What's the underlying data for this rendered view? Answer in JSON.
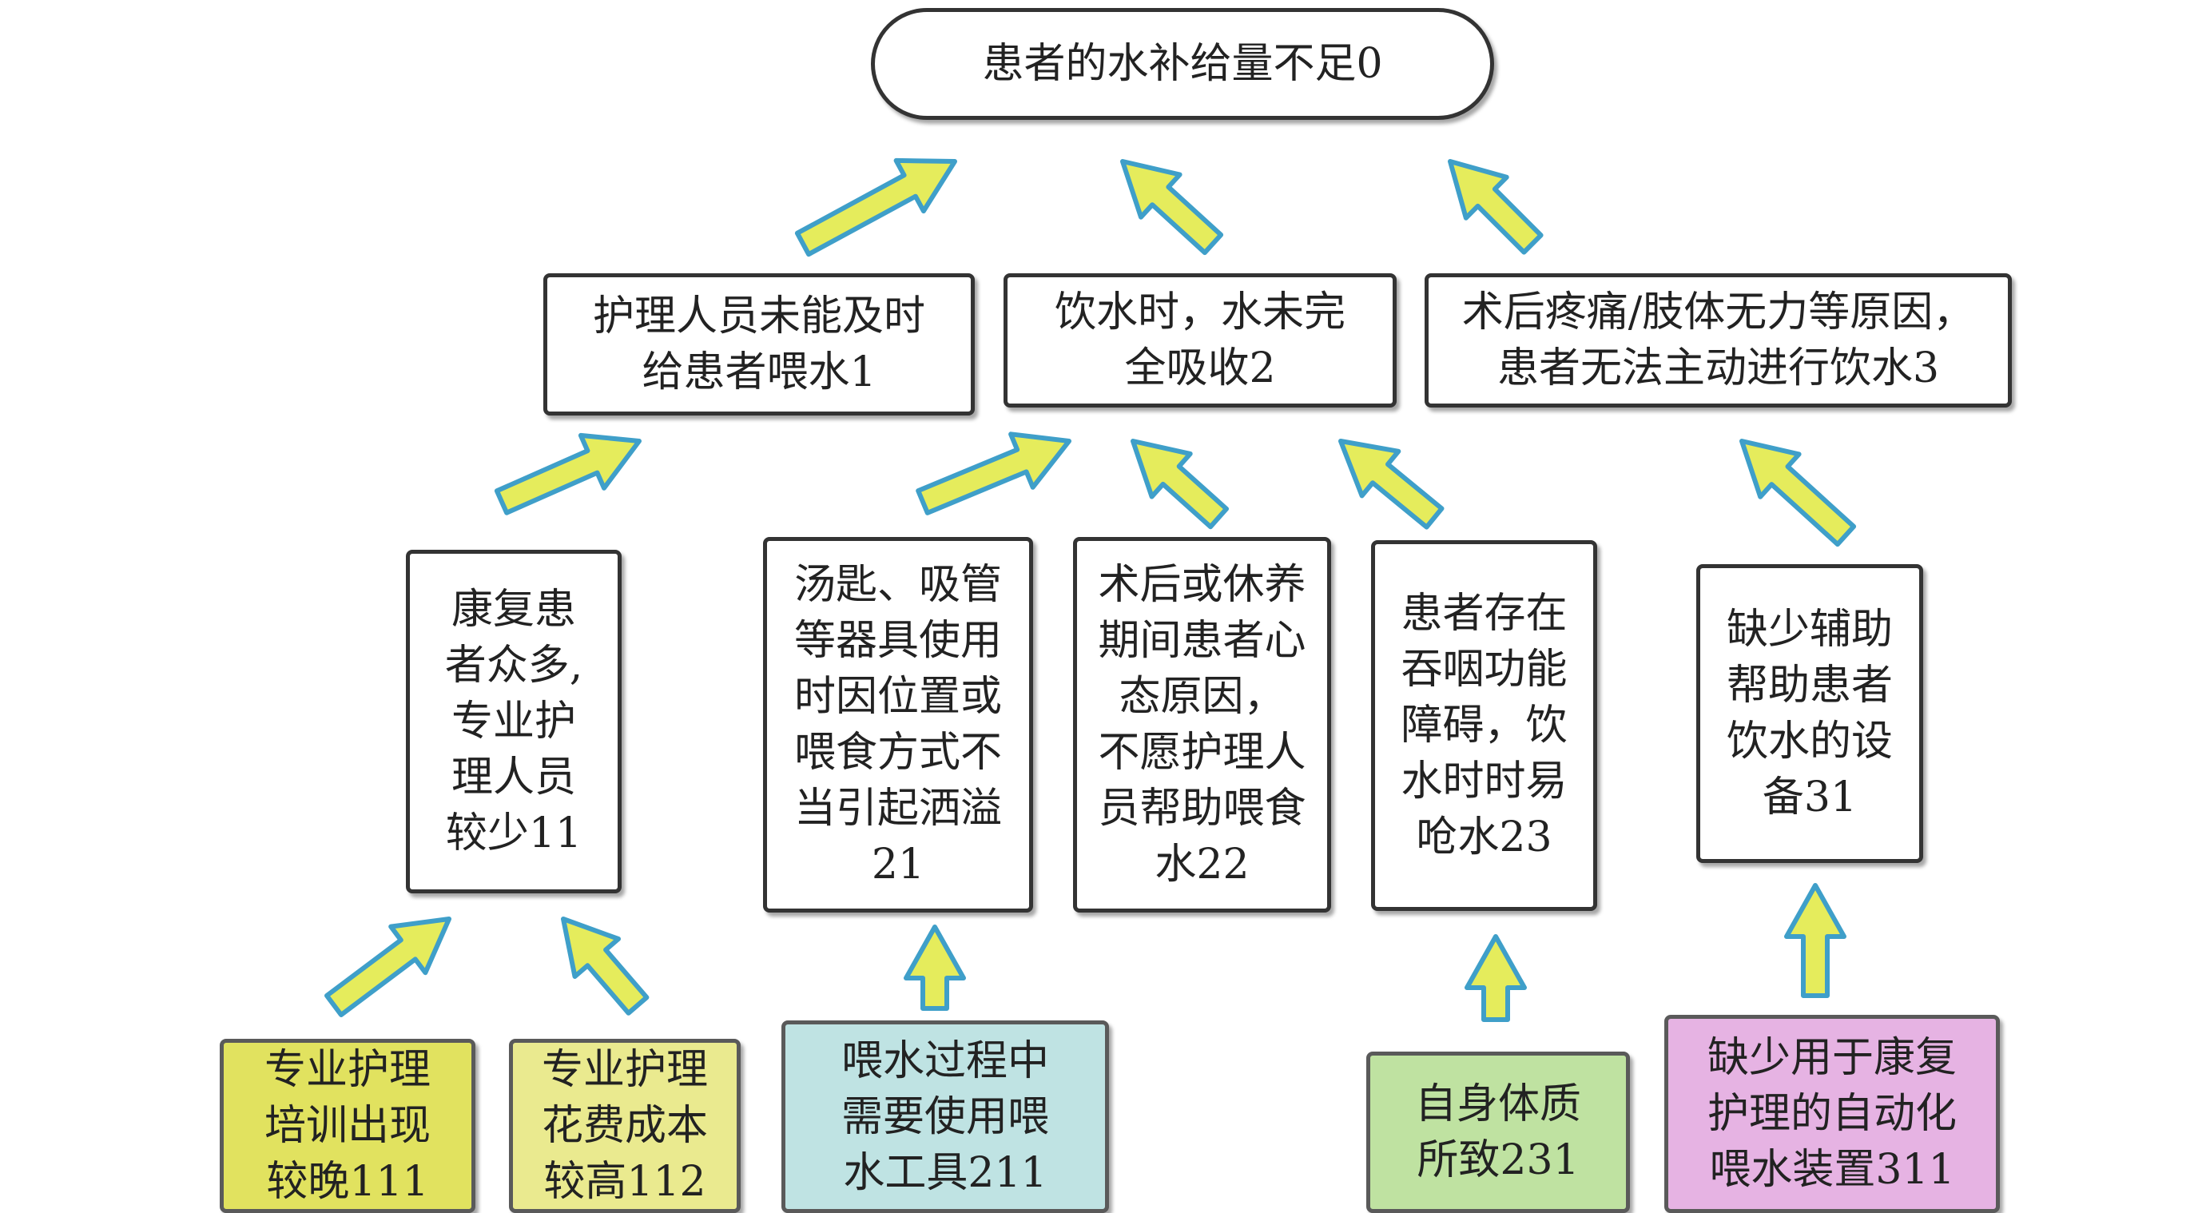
{
  "colors": {
    "arrow_fill": "#e5ec5c",
    "arrow_stroke": "#3f9fc9",
    "node_border": "#333333",
    "leaf_yellow": "#e1e25f",
    "leaf_lightyellow": "#eaea8f",
    "leaf_cyan": "#bfe3e3",
    "leaf_green": "#bfe2a1",
    "leaf_pink": "#e6b3e3"
  },
  "nodes": {
    "root": "患者的水补给量不足0",
    "n1": "护理人员未能及时\n给患者喂水1",
    "n2": "饮水时，水未完\n全吸收2",
    "n3": "术后疼痛/肢体无力等原因，\n患者无法主动进行饮水3",
    "n11": "康复患\n者众多,\n专业护\n理人员\n较少11",
    "n21": "汤匙、吸管\n等器具使用\n时因位置或\n喂食方式不\n当引起洒溢\n21",
    "n22": "术后或休养\n期间患者心\n态原因，\n不愿护理人\n员帮助喂食\n水22",
    "n23": "患者存在\n吞咽功能\n障碍，饮\n水时时易\n呛水23",
    "n31": "缺少辅助\n帮助患者\n饮水的设\n备31",
    "n111": "专业护理\n培训出现\n较晚111",
    "n112": "专业护理\n花费成本\n较高112",
    "n211": "喂水过程中\n需要使用喂\n水工具211",
    "n231": "自身体质\n所致231",
    "n311": "缺少用于康复\n护理的自动化\n喂水装置311"
  }
}
